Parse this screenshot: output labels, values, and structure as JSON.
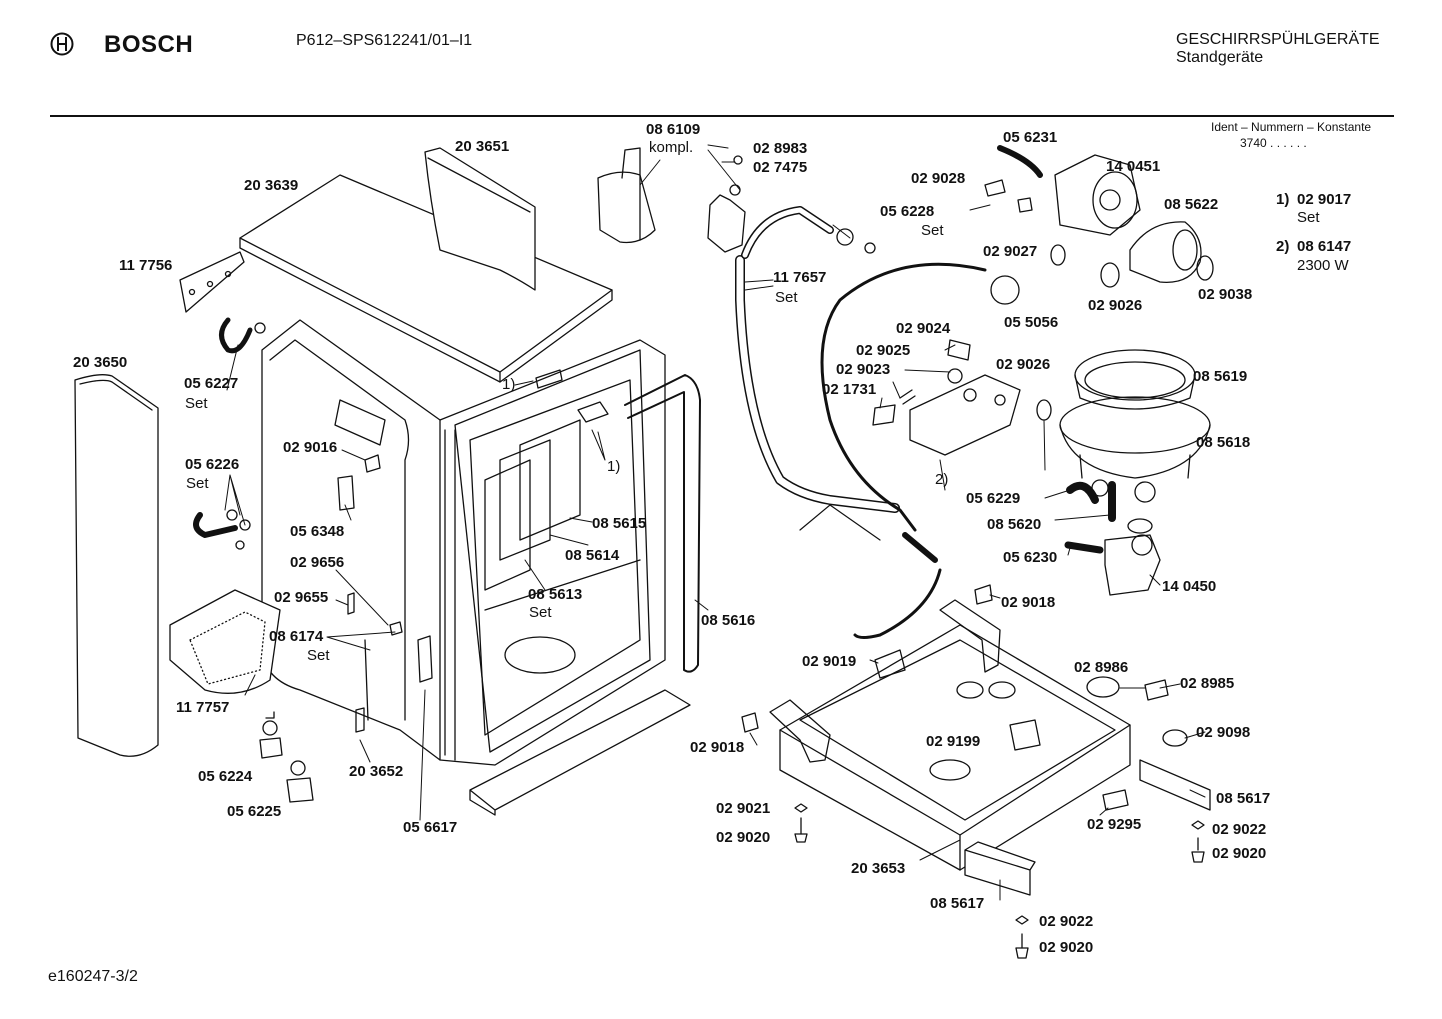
{
  "header": {
    "brand": "BOSCH",
    "model": "P612–SPS612241/01–I1",
    "category": "GESCHIRRSPÜHLGERÄTE",
    "subcategory": "Standgeräte",
    "ident_title": "Ident – Nummern – Konstante",
    "ident_value": "3740  .  .  .  .  .  ."
  },
  "footnotes": [
    {
      "n": "1)",
      "part": "02 9017",
      "desc": "Set"
    },
    {
      "n": "2)",
      "part": "08 6147",
      "desc": "2300 W"
    }
  ],
  "footer": {
    "doc_id": "e160247-3/2"
  },
  "labels": [
    {
      "id": "l-203651",
      "text": "20 3651"
    },
    {
      "id": "l-203639",
      "text": "20 3639"
    },
    {
      "id": "l-117756",
      "text": "11 7756"
    },
    {
      "id": "l-203650",
      "text": "20 3650"
    },
    {
      "id": "l-056227",
      "text": "05 6227"
    },
    {
      "id": "l-056227s",
      "text": "Set"
    },
    {
      "id": "l-056226",
      "text": "05 6226"
    },
    {
      "id": "l-056226s",
      "text": "Set"
    },
    {
      "id": "l-029016",
      "text": "02 9016"
    },
    {
      "id": "l-056348",
      "text": "05 6348"
    },
    {
      "id": "l-029656",
      "text": "02 9656"
    },
    {
      "id": "l-029655",
      "text": "02 9655"
    },
    {
      "id": "l-086174",
      "text": "08 6174"
    },
    {
      "id": "l-086174s",
      "text": "Set"
    },
    {
      "id": "l-117757",
      "text": "11 7757"
    },
    {
      "id": "l-056224",
      "text": "05 6224"
    },
    {
      "id": "l-056225",
      "text": "05 6225"
    },
    {
      "id": "l-203652",
      "text": "20 3652"
    },
    {
      "id": "l-056617",
      "text": "05 6617"
    },
    {
      "id": "l-foot1a",
      "text": "1)"
    },
    {
      "id": "l-foot1b",
      "text": "1)"
    },
    {
      "id": "l-085615",
      "text": "08 5615"
    },
    {
      "id": "l-085614",
      "text": "08 5614"
    },
    {
      "id": "l-085613",
      "text": "08 5613"
    },
    {
      "id": "l-085613s",
      "text": "Set"
    },
    {
      "id": "l-085616",
      "text": "08 5616"
    },
    {
      "id": "l-086109",
      "text": "08 6109"
    },
    {
      "id": "l-kompl",
      "text": "kompl."
    },
    {
      "id": "l-028983",
      "text": "02 8983"
    },
    {
      "id": "l-027475",
      "text": "02 7475"
    },
    {
      "id": "l-117657",
      "text": "11 7657"
    },
    {
      "id": "l-117657s",
      "text": "Set"
    },
    {
      "id": "l-056228",
      "text": "05 6228"
    },
    {
      "id": "l-056228s",
      "text": "Set"
    },
    {
      "id": "l-056231",
      "text": "05 6231"
    },
    {
      "id": "l-140451",
      "text": "14 0451"
    },
    {
      "id": "l-029028",
      "text": "02 9028"
    },
    {
      "id": "l-085622",
      "text": "08 5622"
    },
    {
      "id": "l-029027",
      "text": "02 9027"
    },
    {
      "id": "l-029026a",
      "text": "02 9026"
    },
    {
      "id": "l-029038",
      "text": "02 9038"
    },
    {
      "id": "l-055056",
      "text": "05 5056"
    },
    {
      "id": "l-029024",
      "text": "02 9024"
    },
    {
      "id": "l-029025",
      "text": "02 9025"
    },
    {
      "id": "l-029023",
      "text": "02 9023"
    },
    {
      "id": "l-021731",
      "text": "02 1731"
    },
    {
      "id": "l-029026b",
      "text": "02 9026"
    },
    {
      "id": "l-foot2",
      "text": "2)"
    },
    {
      "id": "l-085619",
      "text": "08 5619"
    },
    {
      "id": "l-085618",
      "text": "08 5618"
    },
    {
      "id": "l-056229",
      "text": "05 6229"
    },
    {
      "id": "l-085620",
      "text": "08 5620"
    },
    {
      "id": "l-056230",
      "text": "05 6230"
    },
    {
      "id": "l-140450",
      "text": "14 0450"
    },
    {
      "id": "l-029018a",
      "text": "02 9018"
    },
    {
      "id": "l-029019",
      "text": "02 9019"
    },
    {
      "id": "l-028986",
      "text": "02 8986"
    },
    {
      "id": "l-028985",
      "text": "02 8985"
    },
    {
      "id": "l-029018b",
      "text": "02 9018"
    },
    {
      "id": "l-029199",
      "text": "02 9199"
    },
    {
      "id": "l-029098",
      "text": "02 9098"
    },
    {
      "id": "l-085617a",
      "text": "08 5617"
    },
    {
      "id": "l-029021",
      "text": "02 9021"
    },
    {
      "id": "l-029020a",
      "text": "02 9020"
    },
    {
      "id": "l-029295",
      "text": "02 9295"
    },
    {
      "id": "l-029022a",
      "text": "02 9022"
    },
    {
      "id": "l-029020b",
      "text": "02 9020"
    },
    {
      "id": "l-203653",
      "text": "20 3653"
    },
    {
      "id": "l-085617b",
      "text": "08 5617"
    },
    {
      "id": "l-029022b",
      "text": "02 9022"
    },
    {
      "id": "l-029020c",
      "text": "02 9020"
    }
  ]
}
